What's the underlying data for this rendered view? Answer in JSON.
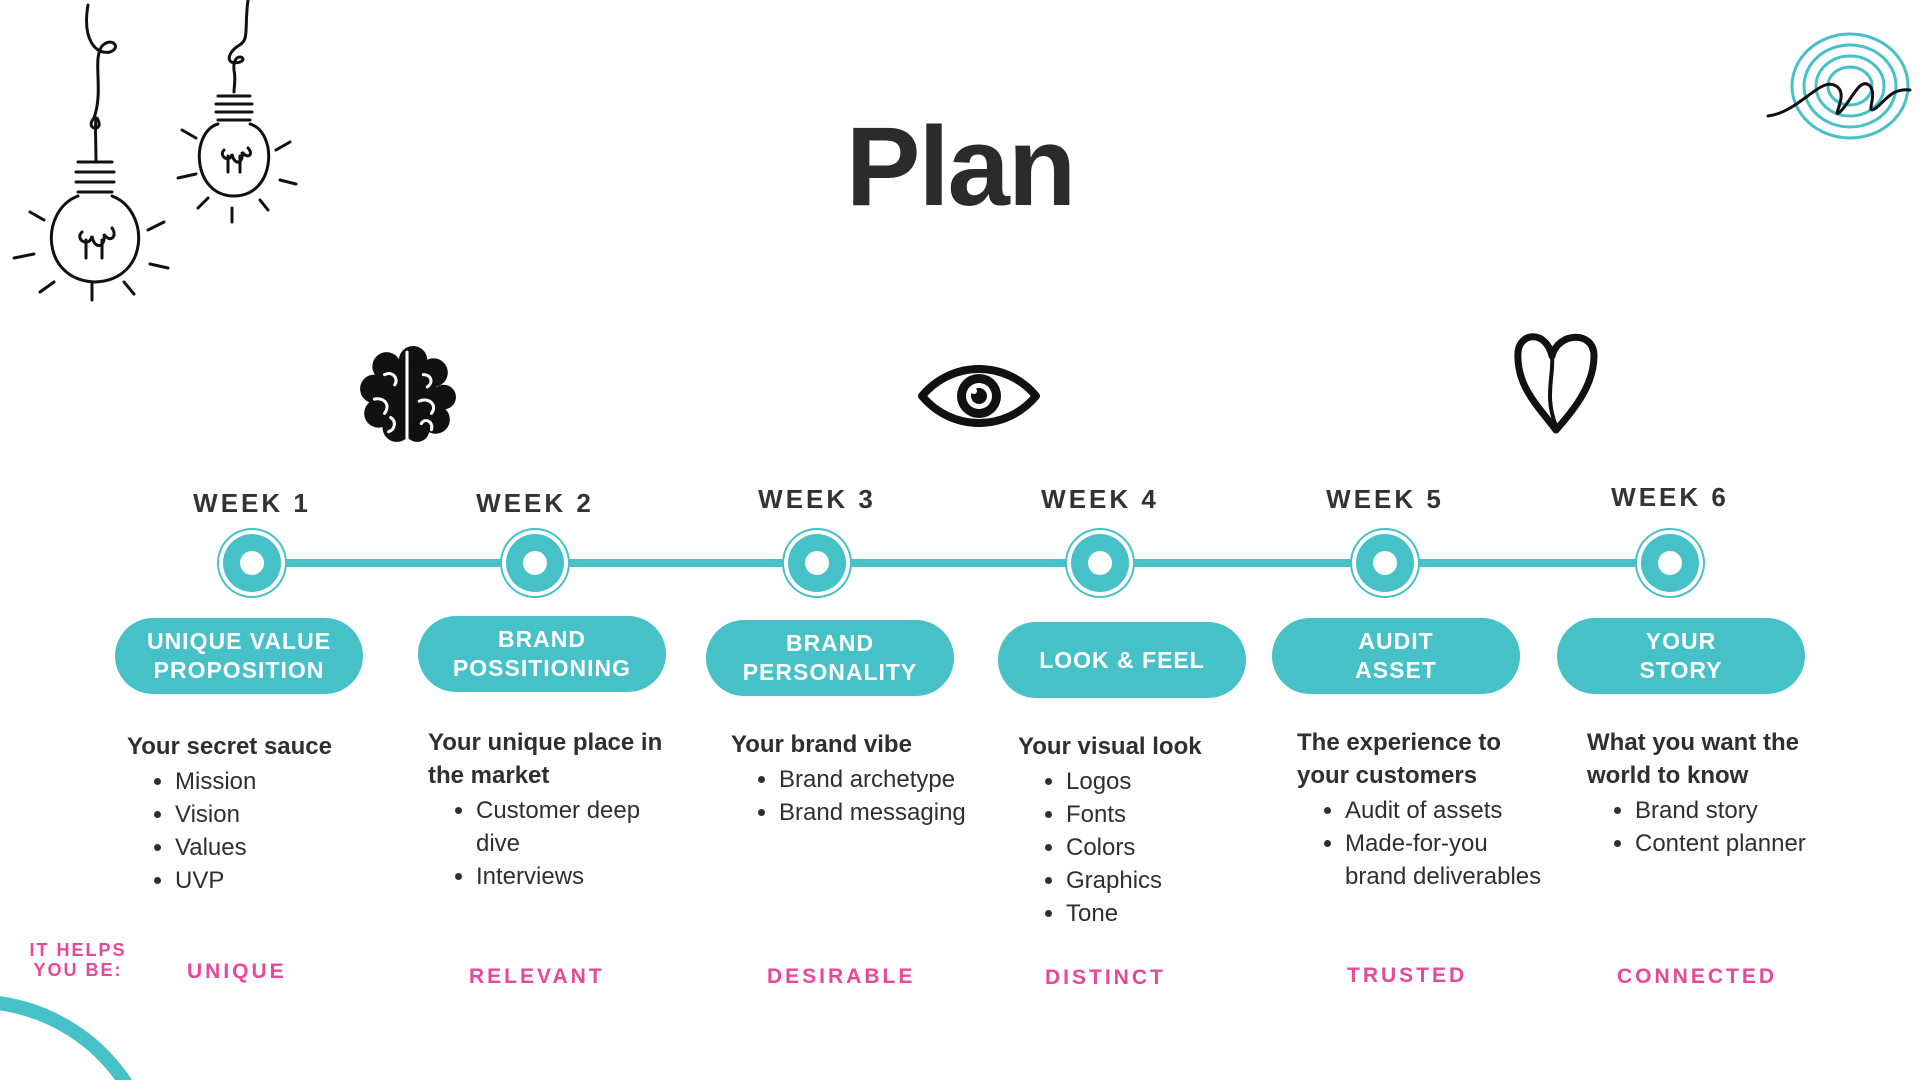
{
  "title": "Plan",
  "weeks": [
    {
      "label": "WEEK 1",
      "pill": "UNIQUE VALUE\nPROPOSITION",
      "heading": "Your secret sauce",
      "items": [
        "Mission",
        "Vision",
        "Values",
        "UVP"
      ],
      "result": "UNIQUE"
    },
    {
      "label": "WEEK 2",
      "pill": "BRAND\nPOSSITIONING",
      "heading": "Your unique place in the market",
      "items": [
        "Customer deep dive",
        "Interviews"
      ],
      "result": "RELEVANT"
    },
    {
      "label": "WEEK 3",
      "pill": "BRAND\nPERSONALITY",
      "heading": "Your brand vibe",
      "items": [
        "Brand archetype",
        "Brand messaging"
      ],
      "result": "DESIRABLE"
    },
    {
      "label": "WEEK 4",
      "pill": "LOOK & FEEL",
      "heading": "Your visual look",
      "items": [
        "Logos",
        "Fonts",
        "Colors",
        "Graphics",
        "Tone"
      ],
      "result": "DISTINCT"
    },
    {
      "label": "WEEK 5",
      "pill": "AUDIT\nASSET",
      "heading": "The experience to your customers",
      "items": [
        "Audit of assets",
        "Made-for-you brand deliverables"
      ],
      "result": "TRUSTED"
    },
    {
      "label": "WEEK 6",
      "pill": "YOUR\nSTORY",
      "heading": "What you want the world to know",
      "items": [
        "Brand story",
        "Content planner"
      ],
      "result": "CONNECTED"
    }
  ],
  "helps_label": "IT HELPS\nYOU BE:",
  "icons": {
    "bulbs": "lightbulb-icon",
    "brain": "brain-icon",
    "eye": "eye-icon",
    "heart": "heart-icon",
    "logo": "spiral-logo-icon"
  },
  "colors": {
    "accent": "#45c1c7",
    "highlight": "#e8479a",
    "text": "#2b2b2b"
  }
}
